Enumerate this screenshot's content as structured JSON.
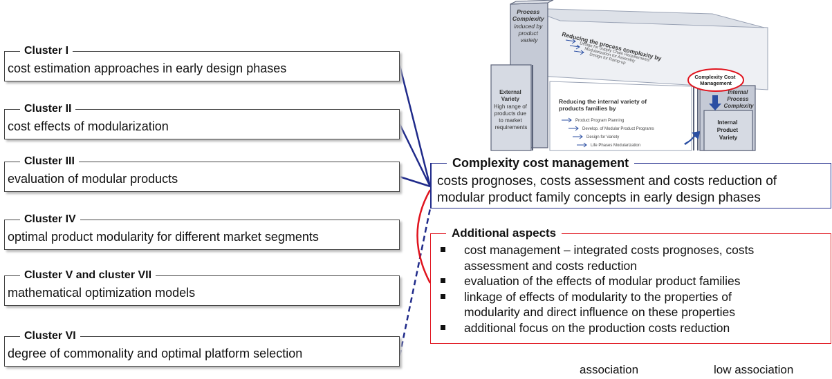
{
  "clusters": [
    {
      "title": "Cluster I",
      "desc": "cost estimation approaches in early design phases"
    },
    {
      "title": "Cluster II",
      "desc": "cost effects of modularization"
    },
    {
      "title": "Cluster III",
      "desc": "evaluation of modular products"
    },
    {
      "title": "Cluster IV",
      "desc": "optimal product modularity for different market segments"
    },
    {
      "title": "Cluster V and cluster VII",
      "desc": "mathematical optimization models"
    },
    {
      "title": "Cluster VI",
      "desc": "degree of commonality and optimal platform selection"
    }
  ],
  "complexity": {
    "title": "Complexity cost management",
    "line1": "costs prognoses, costs assessment and costs reduction of",
    "line2": "modular product family concepts in early design phases"
  },
  "additional": {
    "title": "Additional aspects",
    "items": [
      [
        "cost management – integrated costs prognoses, costs",
        "assessment and costs reduction"
      ],
      [
        "evaluation of the effects of modular product families"
      ],
      [
        "linkage of effects of modularity to the properties of",
        "modularity and direct influence on these properties"
      ],
      [
        "additional focus on the production costs reduction"
      ]
    ]
  },
  "legend": {
    "association": "association",
    "low_association": "low association"
  },
  "graphic": {
    "process_complexity": [
      "Process",
      "Complexity",
      "induced by",
      "product",
      "variety"
    ],
    "external_variety": [
      "External",
      "Variety",
      "High range of",
      "products due",
      "to market",
      "requirements"
    ],
    "reducing_process": "Reducing the process complexity by",
    "process_items": [
      "Design for Supply Chain Requirements",
      "Modularization for Assembly",
      "Design for Ramp-up"
    ],
    "complexity_cost": [
      "Complexity Cost",
      "Management"
    ],
    "reducing_internal": [
      "Reducing the internal variety of",
      "products families by"
    ],
    "internal_items": [
      "Product Program Planning",
      "Develop. of Modular Product Programs",
      "Design for Variety",
      "Life Phases Modularization"
    ],
    "internal_process": [
      "Internal",
      "Process",
      "Complexity"
    ],
    "internal_product": [
      "Internal",
      "Product",
      "Variety"
    ]
  },
  "colors": {
    "association": "#1f2a8a",
    "low_association": "#1f2a8a",
    "additional": "#e0141e",
    "box_border": "#444444"
  }
}
